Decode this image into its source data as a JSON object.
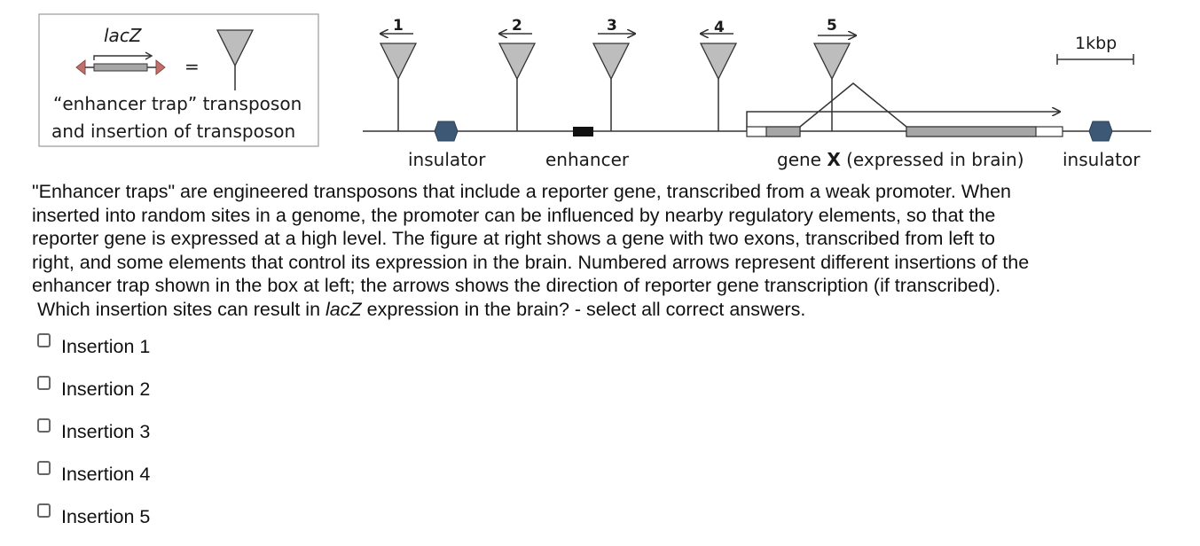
{
  "legend_box": {
    "gene_name": "lacZ",
    "equals": "=",
    "caption_line1": "“enhancer trap” transposon",
    "caption_line2": "and insertion of transposon"
  },
  "figure": {
    "insertion_numbers": [
      "1",
      "2",
      "3",
      "4",
      "5"
    ],
    "scale_label": "1kbp",
    "labels": {
      "insulator_left": "insulator",
      "enhancer": "enhancer",
      "gene_part1": "gene ",
      "gene_x": "X",
      "gene_part2": " (expressed in brain)",
      "insulator_right": "insulator"
    },
    "colors": {
      "insulator": "#3d5875",
      "transposon_triangle": "#bdbdbd",
      "inverted_repeat": "#c0706a",
      "exon": "#a6a6a6",
      "intron_line": "#333333"
    }
  },
  "question": {
    "line1": "\"Enhancer traps\" are engineered transposons that include a reporter gene, transcribed from a weak promoter.  When",
    "line2": "inserted into random sites in a genome, the promoter can be influenced by nearby regulatory elements, so that the",
    "line3": "reporter gene is expressed at a high level.  The figure at right shows a gene with two exons, transcribed from left to",
    "line4": "right, and some elements that control its expression in the brain.  Numbered arrows represent different insertions of the",
    "line5": "enhancer trap shown in the box at left; the arrows shows the direction of reporter gene transcription (if transcribed).",
    "line6_before": "Which insertion sites can result in ",
    "line6_italic": "lacZ",
    "line6_after": " expression in the brain? - select all correct answers."
  },
  "options": [
    {
      "label": "Insertion 1",
      "checked": false
    },
    {
      "label": "Insertion 2",
      "checked": false
    },
    {
      "label": "Insertion 3",
      "checked": false
    },
    {
      "label": "Insertion 4",
      "checked": false
    },
    {
      "label": "Insertion 5",
      "checked": false
    }
  ]
}
